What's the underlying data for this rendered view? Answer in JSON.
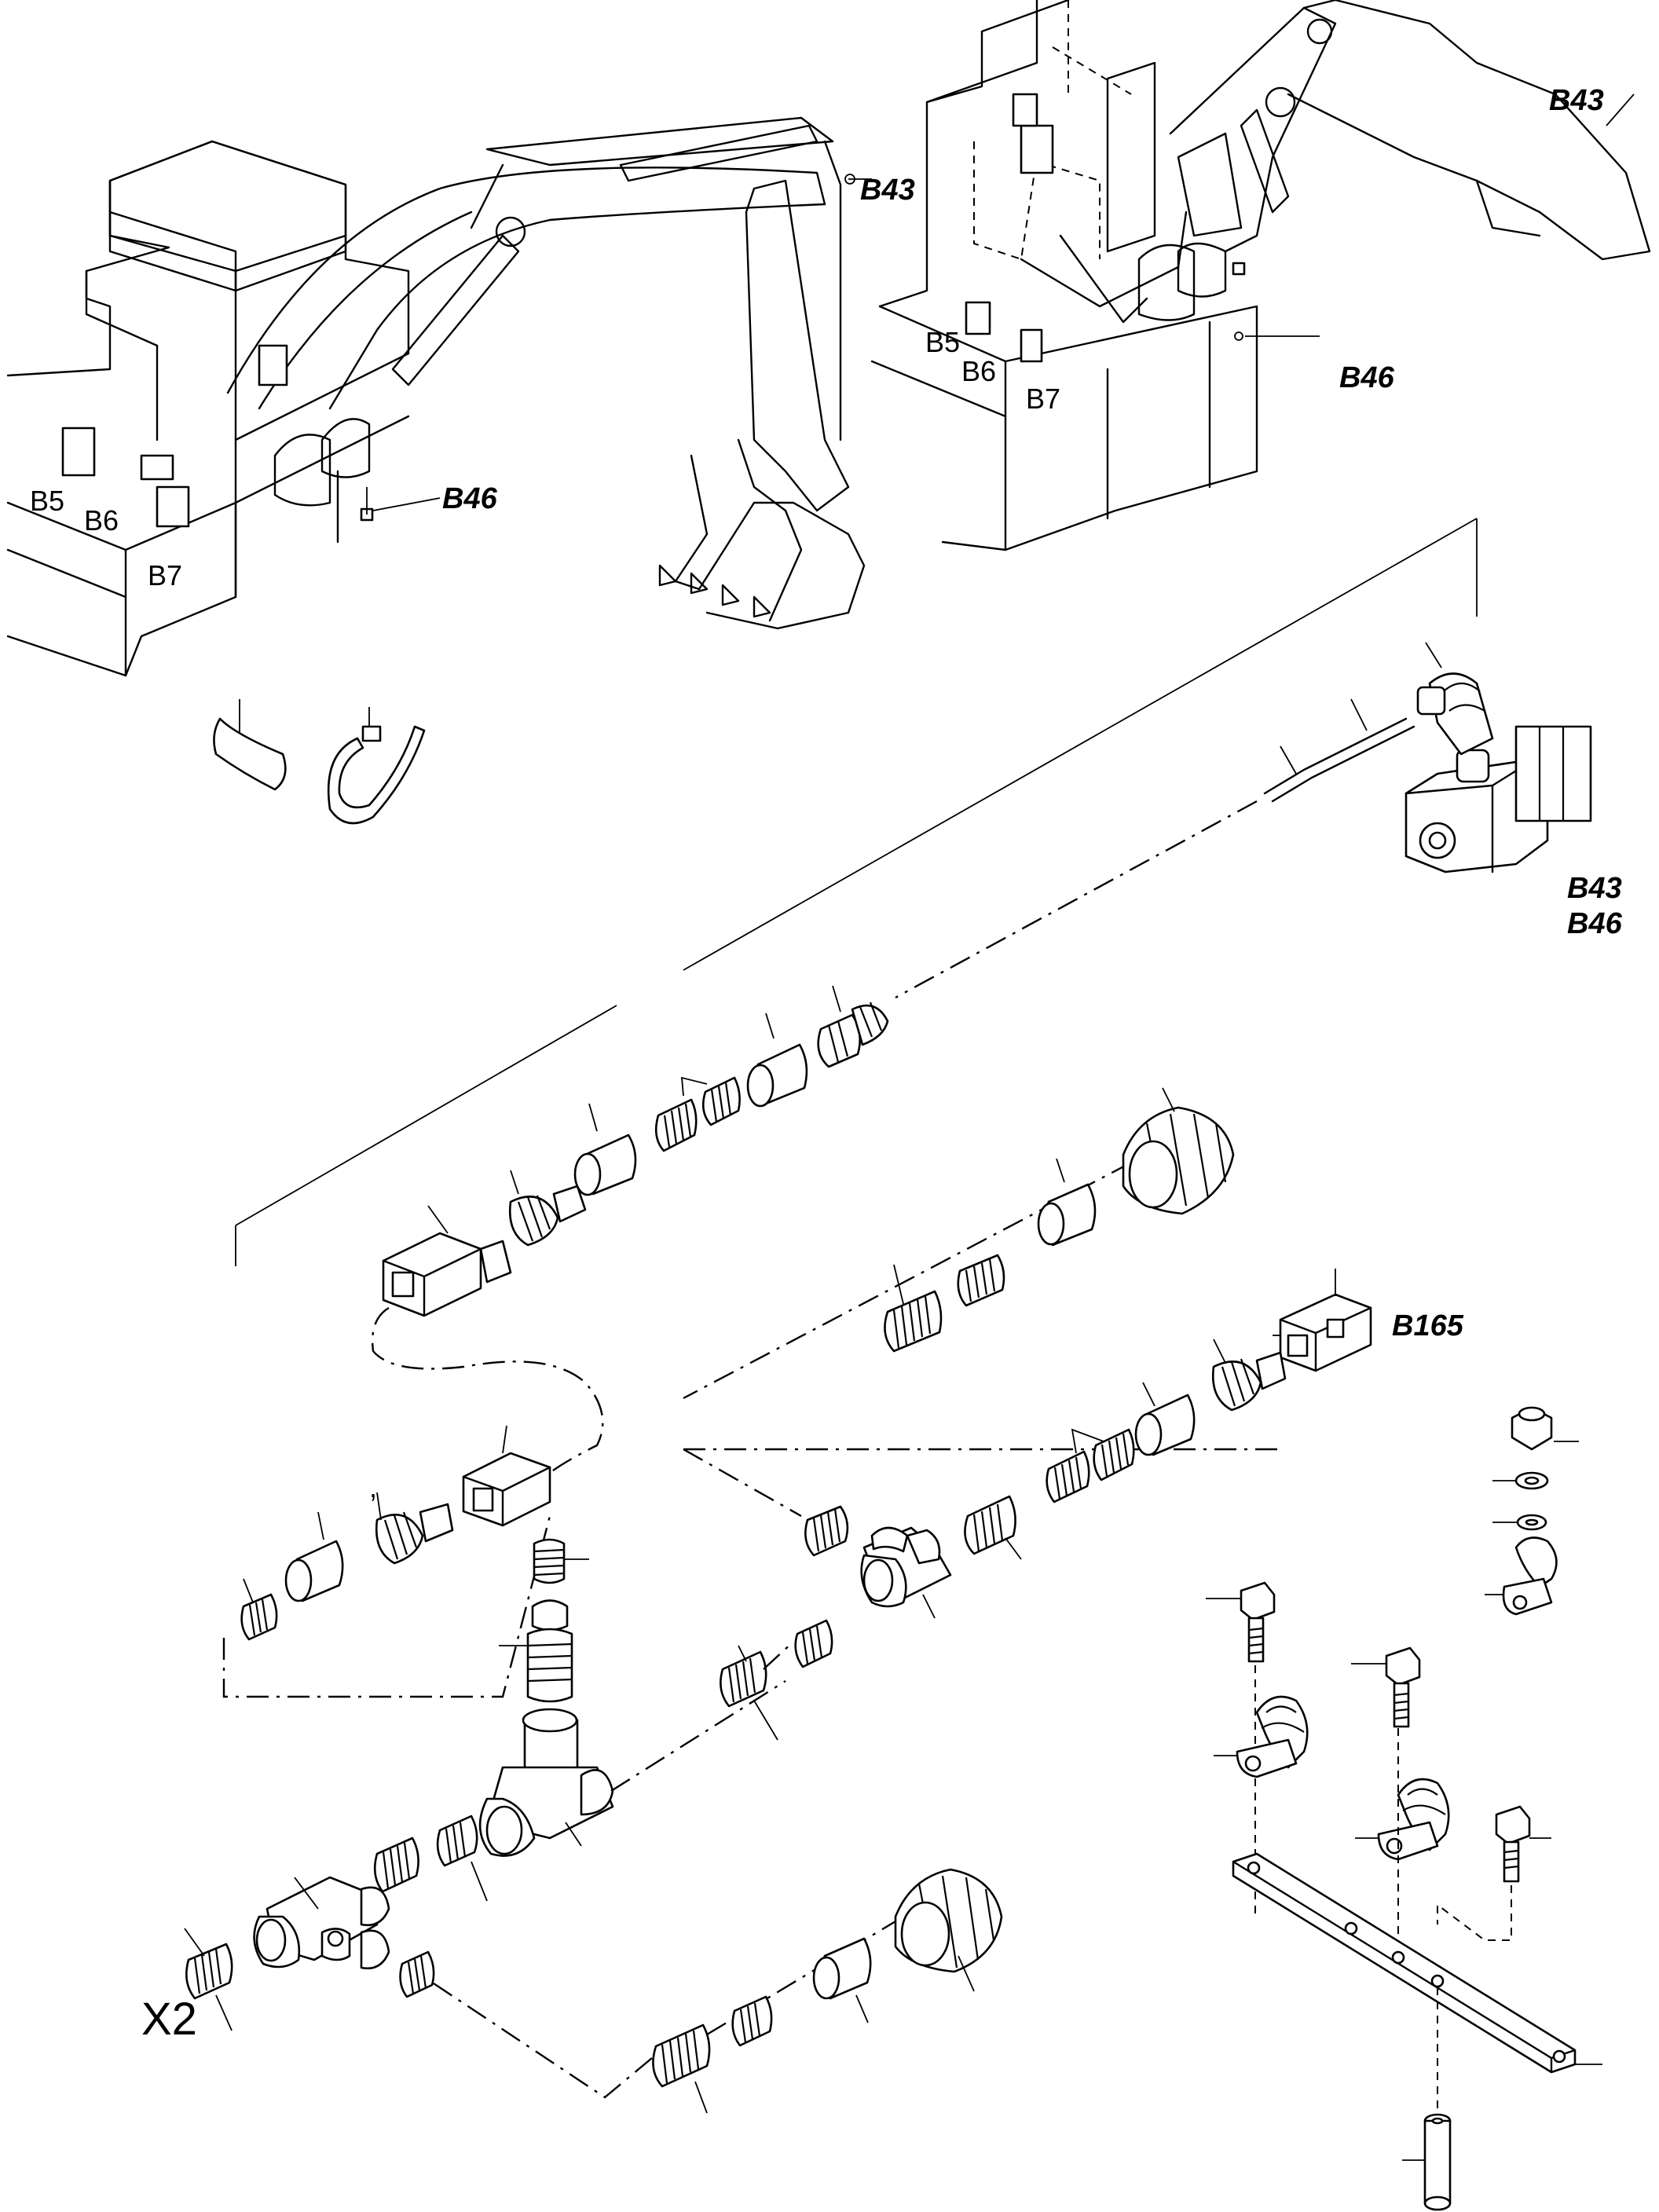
{
  "diagram": {
    "location_labels": {
      "left_view": [
        "B5",
        "B6",
        "B7"
      ],
      "right_view": [
        "B5",
        "B6",
        "B7"
      ]
    },
    "reference_labels": {
      "left_b43": "B43",
      "left_b46": "B46",
      "right_b43": "B43",
      "right_b46": "B46",
      "sensor_b43": "B43",
      "sensor_b46": "B46",
      "connector_b165": "B165"
    },
    "quantity_label": "X2"
  }
}
